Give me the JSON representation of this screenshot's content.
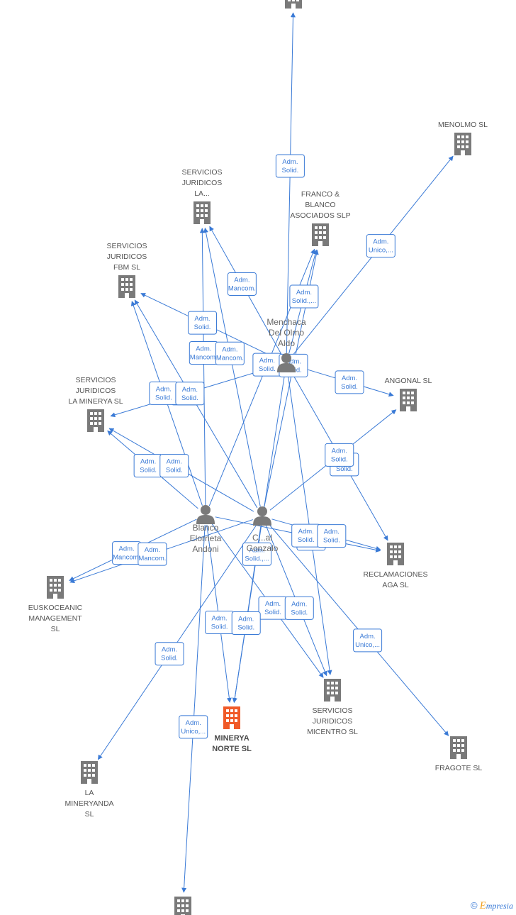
{
  "colors": {
    "edge": "#3a7ad6",
    "company": "#7a7a7a",
    "focus": "#f05a28",
    "person": "#7a7a7a"
  },
  "nodes": [
    {
      "id": "top",
      "type": "company",
      "label": []
    },
    {
      "id": "menolmo",
      "type": "company",
      "label": [
        "MENOLMO SL"
      ]
    },
    {
      "id": "sj_la",
      "type": "company",
      "label": [
        "SERVICIOS",
        "JURIDICOS",
        "LA..."
      ]
    },
    {
      "id": "franco",
      "type": "company",
      "label": [
        "FRANCO &",
        "BLANCO",
        "ASOCIADOS SLP"
      ]
    },
    {
      "id": "sj_fbm",
      "type": "company",
      "label": [
        "SERVICIOS",
        "JURIDICOS",
        "FBM SL"
      ]
    },
    {
      "id": "menchaca",
      "type": "person",
      "label": [
        "Menchaca",
        "Del Olmo",
        "Aldo"
      ]
    },
    {
      "id": "angonal",
      "type": "company",
      "label": [
        "ANGONAL SL"
      ]
    },
    {
      "id": "sj_lam",
      "type": "company",
      "label": [
        "SERVICIOS",
        "JURIDICOS",
        "LA MINERYA SL"
      ]
    },
    {
      "id": "blanco",
      "type": "person",
      "label": [
        "Blanco",
        "Elorrieta",
        "Andoni"
      ]
    },
    {
      "id": "gonzalo",
      "type": "person",
      "label": [
        "C...al",
        "Gonzalo"
      ]
    },
    {
      "id": "reclam",
      "type": "company",
      "label": [
        "RECLAMACIONES",
        "AGA SL"
      ]
    },
    {
      "id": "eusko",
      "type": "company",
      "label": [
        "EUSKOCEANIC",
        "MANAGEMENT",
        "SL"
      ]
    },
    {
      "id": "sj_mic",
      "type": "company",
      "label": [
        "SERVICIOS",
        "JURIDICOS",
        "MICENTRO SL"
      ]
    },
    {
      "id": "minerya",
      "type": "focus",
      "label": [
        "MINERYA",
        "NORTE SL"
      ]
    },
    {
      "id": "fragote",
      "type": "company",
      "label": [
        "FRAGOTE SL"
      ]
    },
    {
      "id": "mineryanda",
      "type": "company",
      "label": [
        "LA",
        "MINERYANDA",
        "SL"
      ]
    },
    {
      "id": "bottom",
      "type": "company",
      "label": []
    }
  ],
  "edges": [
    {
      "from": "menchaca",
      "to": "top",
      "label": [
        "Adm.",
        "Solid."
      ]
    },
    {
      "from": "menchaca",
      "to": "menolmo",
      "label": [
        "Adm.",
        "Unico,..."
      ]
    },
    {
      "from": "menchaca",
      "to": "sj_la",
      "label": [
        "Adm.",
        "Mancom."
      ]
    },
    {
      "from": "menchaca",
      "to": "sj_fbm",
      "label": [
        "Adm.",
        "Solid."
      ]
    },
    {
      "from": "menchaca",
      "to": "sj_lam",
      "label": [
        "Adm.",
        "Solid."
      ]
    },
    {
      "from": "menchaca",
      "to": "angonal",
      "label": [
        "Adm.",
        "Solid."
      ]
    },
    {
      "from": "menchaca",
      "to": "franco",
      "label": [
        "Adm.",
        "Solid.,..."
      ]
    },
    {
      "from": "menchaca",
      "to": "reclam",
      "label": [
        "Adm.",
        "Solid."
      ]
    },
    {
      "from": "menchaca",
      "to": "sj_mic",
      "label": [
        "Adm.",
        "Solid."
      ]
    },
    {
      "from": "menchaca",
      "to": "minerya",
      "label": [
        "Adm.",
        "Solid.,..."
      ]
    },
    {
      "from": "blanco",
      "to": "sj_la",
      "label": [
        "Adm.",
        "Mancom."
      ]
    },
    {
      "from": "blanco",
      "to": "sj_fbm",
      "label": [
        "Adm.",
        "Solid."
      ]
    },
    {
      "from": "blanco",
      "to": "sj_lam",
      "label": [
        "Adm.",
        "Solid."
      ]
    },
    {
      "from": "blanco",
      "to": "franco",
      "label": [
        "Adm.",
        "Solid."
      ]
    },
    {
      "from": "blanco",
      "to": "eusko",
      "label": [
        "Adm.",
        "Mancom."
      ]
    },
    {
      "from": "blanco",
      "to": "minerya",
      "label": [
        "Adm.",
        "Solid."
      ]
    },
    {
      "from": "blanco",
      "to": "reclam",
      "label": [
        "Adm.",
        "Solid."
      ]
    },
    {
      "from": "blanco",
      "to": "sj_mic",
      "label": [
        "Adm.",
        "Solid."
      ]
    },
    {
      "from": "blanco",
      "to": "bottom",
      "label": [
        "Adm.",
        "Unico,..."
      ]
    },
    {
      "from": "gonzalo",
      "to": "sj_la",
      "label": [
        "Adm.",
        "Mancom."
      ]
    },
    {
      "from": "gonzalo",
      "to": "sj_fbm",
      "label": [
        "Adm.",
        "Solid."
      ]
    },
    {
      "from": "gonzalo",
      "to": "sj_lam",
      "label": [
        "Adm.",
        "Solid."
      ]
    },
    {
      "from": "gonzalo",
      "to": "angonal",
      "label": [
        "Adm.",
        "Solid."
      ]
    },
    {
      "from": "gonzalo",
      "to": "franco",
      "label": [
        "Adm.",
        "Solid."
      ]
    },
    {
      "from": "gonzalo",
      "to": "eusko",
      "label": [
        "Adm.",
        "Mancom."
      ]
    },
    {
      "from": "gonzalo",
      "to": "reclam",
      "label": [
        "Adm.",
        "Solid."
      ]
    },
    {
      "from": "gonzalo",
      "to": "sj_mic",
      "label": [
        "Adm.",
        "Solid."
      ]
    },
    {
      "from": "gonzalo",
      "to": "minerya",
      "label": [
        "Adm.",
        "Solid."
      ]
    },
    {
      "from": "gonzalo",
      "to": "fragote",
      "label": [
        "Adm.",
        "Unico,..."
      ]
    },
    {
      "from": "gonzalo",
      "to": "mineryanda",
      "label": [
        "Adm.",
        "Solid."
      ]
    }
  ],
  "brand": {
    "symbol": "©",
    "first": "E",
    "rest": "mpresia"
  }
}
